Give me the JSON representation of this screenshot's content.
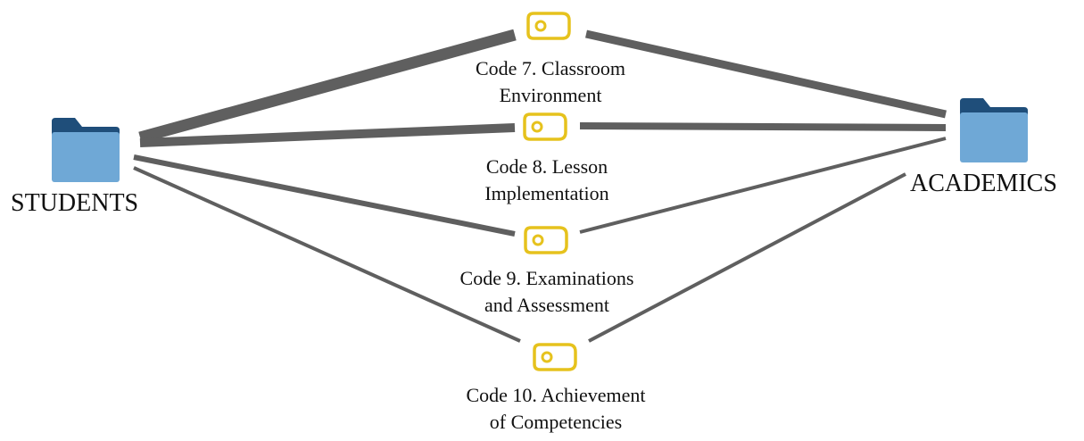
{
  "colors": {
    "edge": "#5f5f5f",
    "folder_body": "#6fa8d6",
    "folder_tab": "#1f4e7a",
    "code_icon": "#e6c21d",
    "background": "#ffffff"
  },
  "nodes": {
    "students": {
      "label": "STUDENTS",
      "icon": "folder-icon"
    },
    "academics": {
      "label": "ACADEMICS",
      "icon": "folder-icon"
    }
  },
  "codes": [
    {
      "line1": "Code 7. Classroom",
      "line2": "Environment",
      "icon": "code-tag-icon"
    },
    {
      "line1": "Code 8. Lesson",
      "line2": "Implementation",
      "icon": "code-tag-icon"
    },
    {
      "line1": "Code 9. Examinations",
      "line2": "and Assessment",
      "icon": "code-tag-icon"
    },
    {
      "line1": "Code 10. Achievement",
      "line2": "of Competencies",
      "icon": "code-tag-icon"
    }
  ]
}
